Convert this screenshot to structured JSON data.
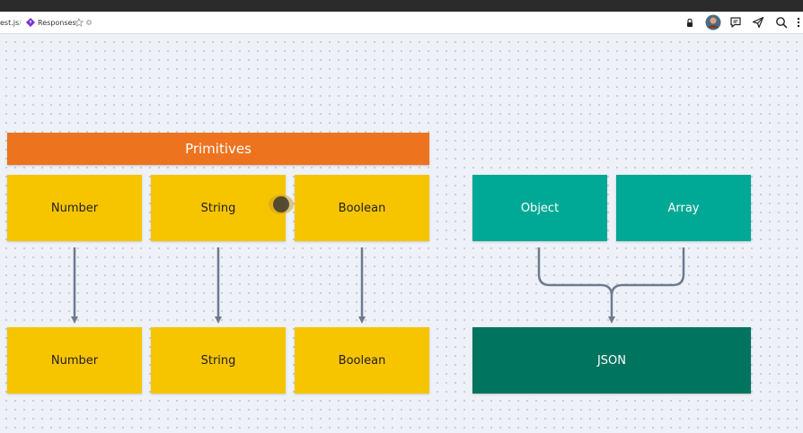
{
  "toolbar": {
    "file_name": "est.js",
    "separator": "/",
    "board_name": "Responses"
  },
  "board": {
    "primitives_header": "Primitives",
    "top_row": [
      "Number",
      "String",
      "Boolean"
    ],
    "bottom_row": [
      "Number",
      "String",
      "Boolean"
    ],
    "json_sources": [
      "Object",
      "Array"
    ],
    "json_target": "JSON"
  },
  "colors": {
    "orange": "#ee731e",
    "yellow": "#f7c400",
    "teal": "#00a995",
    "dark_green": "#00745e",
    "arrow": "#6e7a90",
    "canvas": "#eef1f7"
  },
  "icons": [
    "board-icon",
    "star-icon",
    "settings-icon",
    "lock-icon",
    "avatar",
    "comment-icon",
    "share-icon",
    "search-icon",
    "more-icon"
  ]
}
